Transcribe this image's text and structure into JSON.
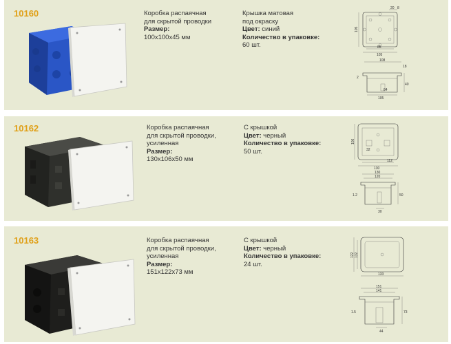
{
  "products": [
    {
      "code": "10160",
      "description": [
        "Коробка распаячная",
        "для скрытой проводки"
      ],
      "size_label": "Размер:",
      "size_value": "100x100x45 мм",
      "spec": {
        "line1": "Крышка матовая",
        "line2": "под окраску",
        "color_label": "Цвет:",
        "color_value": "синий",
        "pack_label": "Количество в упаковке:",
        "pack_value": "60 шт."
      },
      "box_color": "#2a56c6",
      "top_dims": {
        "top": "20",
        "top2": "8",
        "side": "105",
        "bottom1": "85",
        "bottom2": "105"
      },
      "side_dims": {
        "top": "108",
        "right": "18",
        "left": "2",
        "inner": "84",
        "bottom": "105",
        "h": "40"
      }
    },
    {
      "code": "10162",
      "description": [
        "Коробка распаячная",
        "для скрытой проводки,",
        "усиленная"
      ],
      "size_label": "Размер:",
      "size_value": "130x106x50 мм",
      "spec": {
        "line1": "С крышкой",
        "color_label": "Цвет:",
        "color_value": "черный",
        "pack_label": "Количество в упаковке:",
        "pack_value": "50 шт."
      },
      "box_color": "#2f302c",
      "top_dims": {
        "side": "106",
        "inner": "32",
        "bottom1": "112",
        "bottom2": "130"
      },
      "side_dims": {
        "top": "120",
        "left": "1.2",
        "right": "50",
        "bottom": "30"
      }
    },
    {
      "code": "10163",
      "description": [
        "Коробка распаячная",
        "для скрытой проводки,",
        "усиленная"
      ],
      "size_label": "Размер:",
      "size_value": "151x122x73 мм",
      "spec": {
        "line1": "С крышкой",
        "color_label": "Цвет:",
        "color_value": "черный",
        "pack_label": "Количество в упаковке:",
        "pack_value": "24 шт."
      },
      "box_color": "#1e1e1c",
      "top_dims": {
        "side1": "122",
        "side2": "132",
        "bottom": "133"
      },
      "side_dims": {
        "top1": "151",
        "top2": "141",
        "left": "1.5",
        "right": "73",
        "bottom": "44"
      }
    }
  ]
}
